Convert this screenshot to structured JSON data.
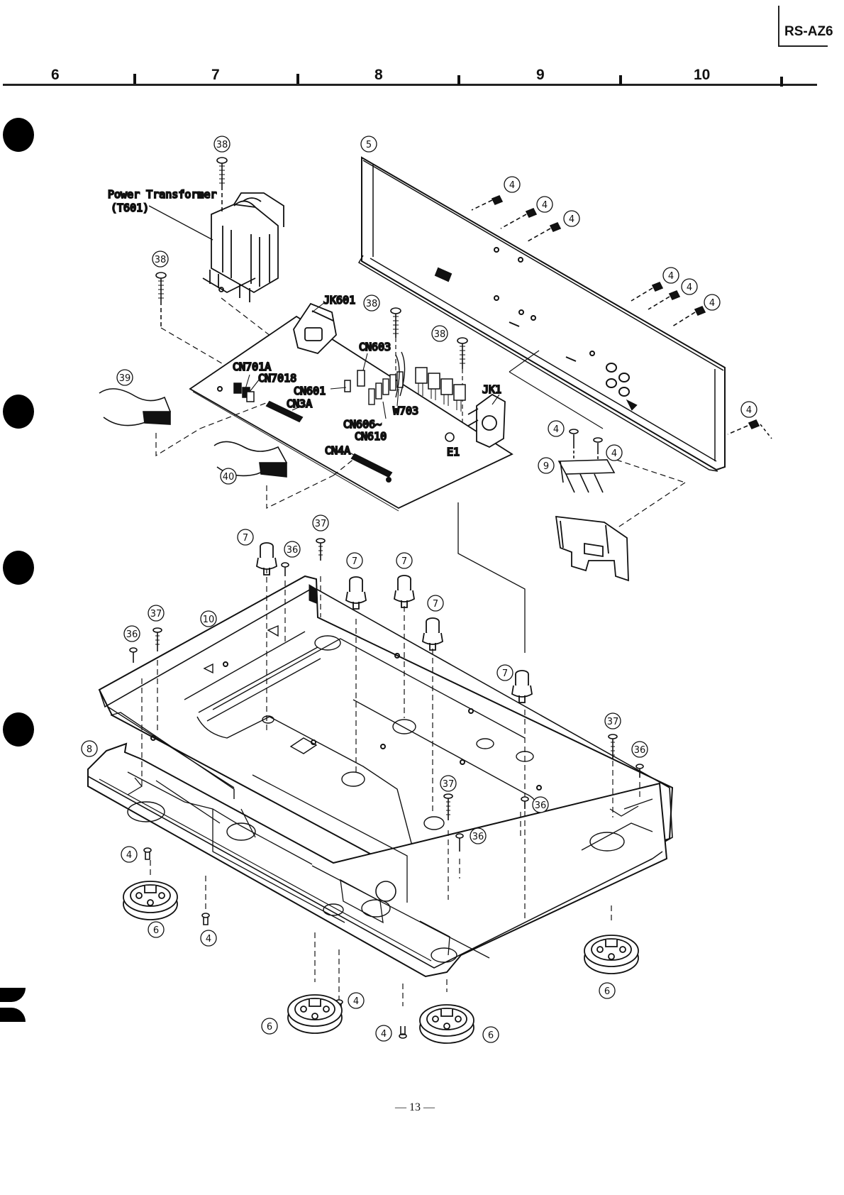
{
  "header": {
    "model": "RS-AZ6",
    "columns": [
      "6",
      "7",
      "8",
      "9",
      "10"
    ]
  },
  "footer": {
    "page_number": "— 13 —"
  },
  "labels": {
    "power_transformer_line1": "Power Transformer",
    "power_transformer_line2": "(T601)",
    "jk601": "JK601",
    "cn603": "CN603",
    "cn701a": "CN701A",
    "cn7018": "CN7018",
    "cn601": "CN601",
    "cn3a": "CN3A",
    "w703": "W703",
    "jk1": "JK1",
    "cn606_line1": "CN606~",
    "cn606_line2": "CN610",
    "e1": "E1",
    "cn4a": "CN4A"
  },
  "callouts": {
    "n4": "4",
    "n5": "5",
    "n6": "6",
    "n7": "7",
    "n8": "8",
    "n9": "9",
    "n10": "10",
    "n36": "36",
    "n37": "37",
    "n38": "38",
    "n39": "39",
    "n40": "40"
  },
  "colors": {
    "ink": "#111111",
    "paper": "#ffffff"
  }
}
